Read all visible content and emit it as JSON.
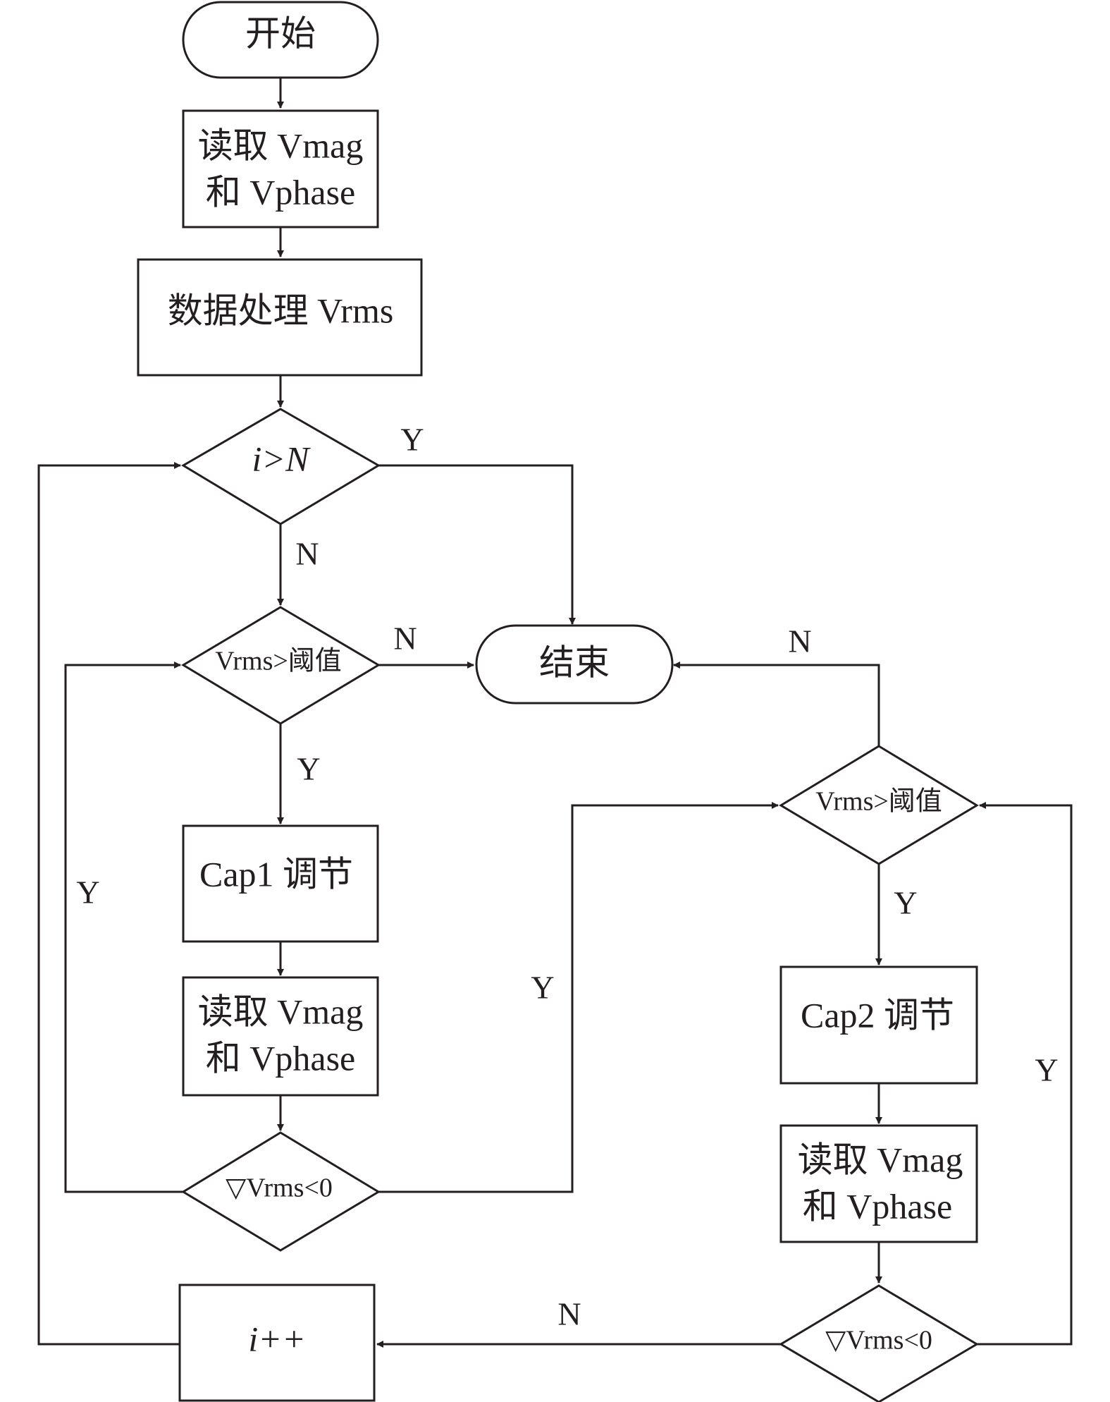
{
  "nodes": {
    "start": "开始",
    "read1_line1": "读取 Vmag",
    "read1_line2": "和 Vphase",
    "process": "数据处理 Vrms",
    "cond_i": "i>N",
    "cond_vrms1": "Vrms>阈值",
    "end": "结束",
    "cap1": "Cap1 调节",
    "read2_line1": "读取 Vmag",
    "read2_line2": "和 Vphase",
    "grad1": "▽Vrms<0",
    "cond_vrms2": "Vrms>阈值",
    "cap2": "Cap2 调节",
    "read3_line1": "读取 Vmag",
    "read3_line2": "和 Vphase",
    "grad2": "▽Vrms<0",
    "increment": "i++"
  },
  "labels": {
    "i_yes": "Y",
    "i_no": "N",
    "vrms1_no": "N",
    "vrms1_yes": "Y",
    "loop1_yes": "Y",
    "grad1_yes": "Y",
    "vrms2_no": "N",
    "vrms2_yes": "Y",
    "loop2_yes": "Y",
    "grad2_no": "N"
  }
}
